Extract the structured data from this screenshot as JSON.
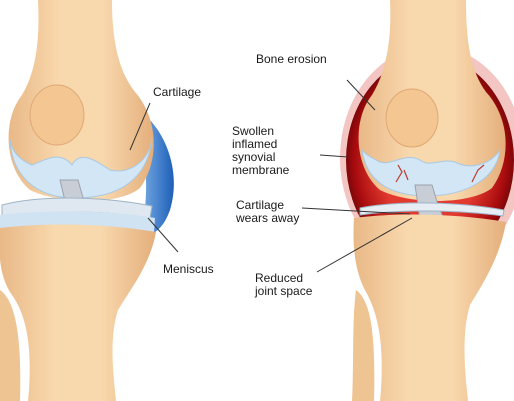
{
  "labels": {
    "cartilage": "Cartilage",
    "meniscus": "Meniscus",
    "bone_erosion": "Bone erosion",
    "synovial": "Swollen\ninflamed\nsynovial\nmembrane",
    "cartilage_wears": "Cartilage\nwears away",
    "reduced_space": "Reduced\njoint space"
  },
  "colors": {
    "bone": "#f6d2a4",
    "bone_shade": "#e8b581",
    "cartilage": "#cfe3f2",
    "capsule_healthy": "#3d7fd1",
    "capsule_inflamed": "#b10f12",
    "background": "#ffffff"
  }
}
